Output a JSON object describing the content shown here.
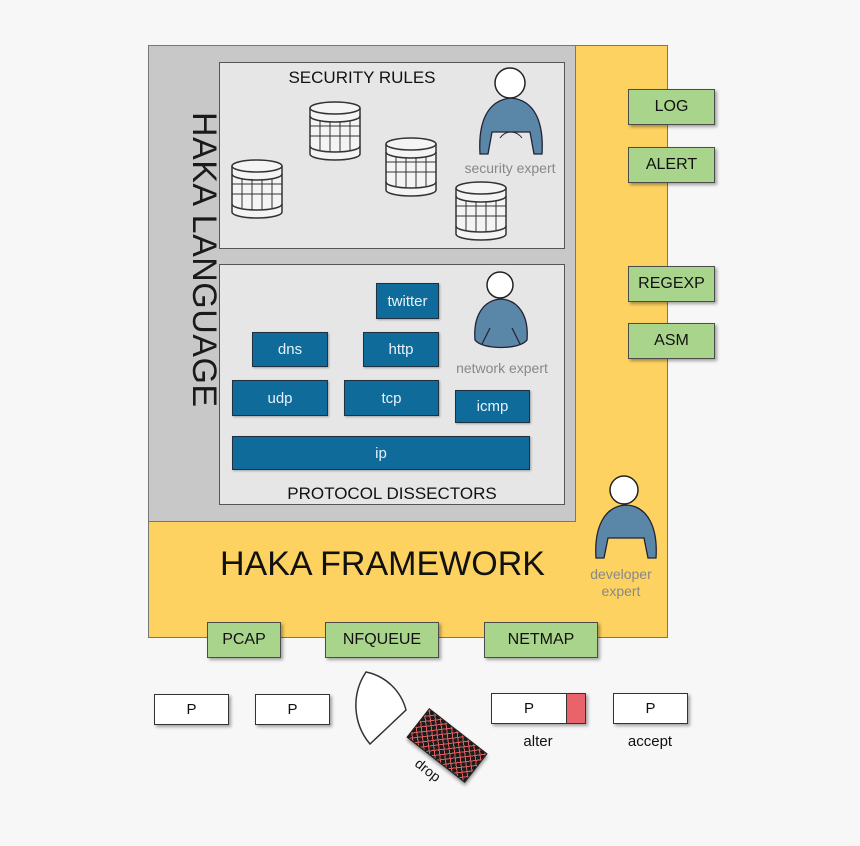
{
  "language": {
    "title": "HAKA LANGUAGE"
  },
  "framework": {
    "title": "HAKA FRAMEWORK"
  },
  "security_rules": {
    "title": "SECURITY RULES",
    "expert_label": "security expert"
  },
  "protocol_dissectors": {
    "title": "PROTOCOL DISSECTORS",
    "expert_label": "network expert",
    "layers": {
      "twitter": "twitter",
      "dns": "dns",
      "http": "http",
      "udp": "udp",
      "tcp": "tcp",
      "icmp": "icmp",
      "ip": "ip"
    }
  },
  "modules": {
    "log": "LOG",
    "alert": "ALERT",
    "regexp": "REGEXP",
    "asm": "ASM"
  },
  "developer": {
    "label_line1": "developer",
    "label_line2": "expert"
  },
  "capture": {
    "pcap": "PCAP",
    "nfqueue": "NFQUEUE",
    "netmap": "NETMAP"
  },
  "packets": {
    "p1": "P",
    "p2": "P",
    "p3": "P",
    "p4": "P",
    "alter_label": "alter",
    "accept_label": "accept",
    "drop_label": "drop"
  },
  "colors": {
    "framework": "#fdd260",
    "language": "#c8c8c8",
    "module_green": "#a9d48b",
    "dissector_blue": "#0f6b9a",
    "expert_blue": "#5a86a8",
    "alter_red": "#e9636b"
  }
}
